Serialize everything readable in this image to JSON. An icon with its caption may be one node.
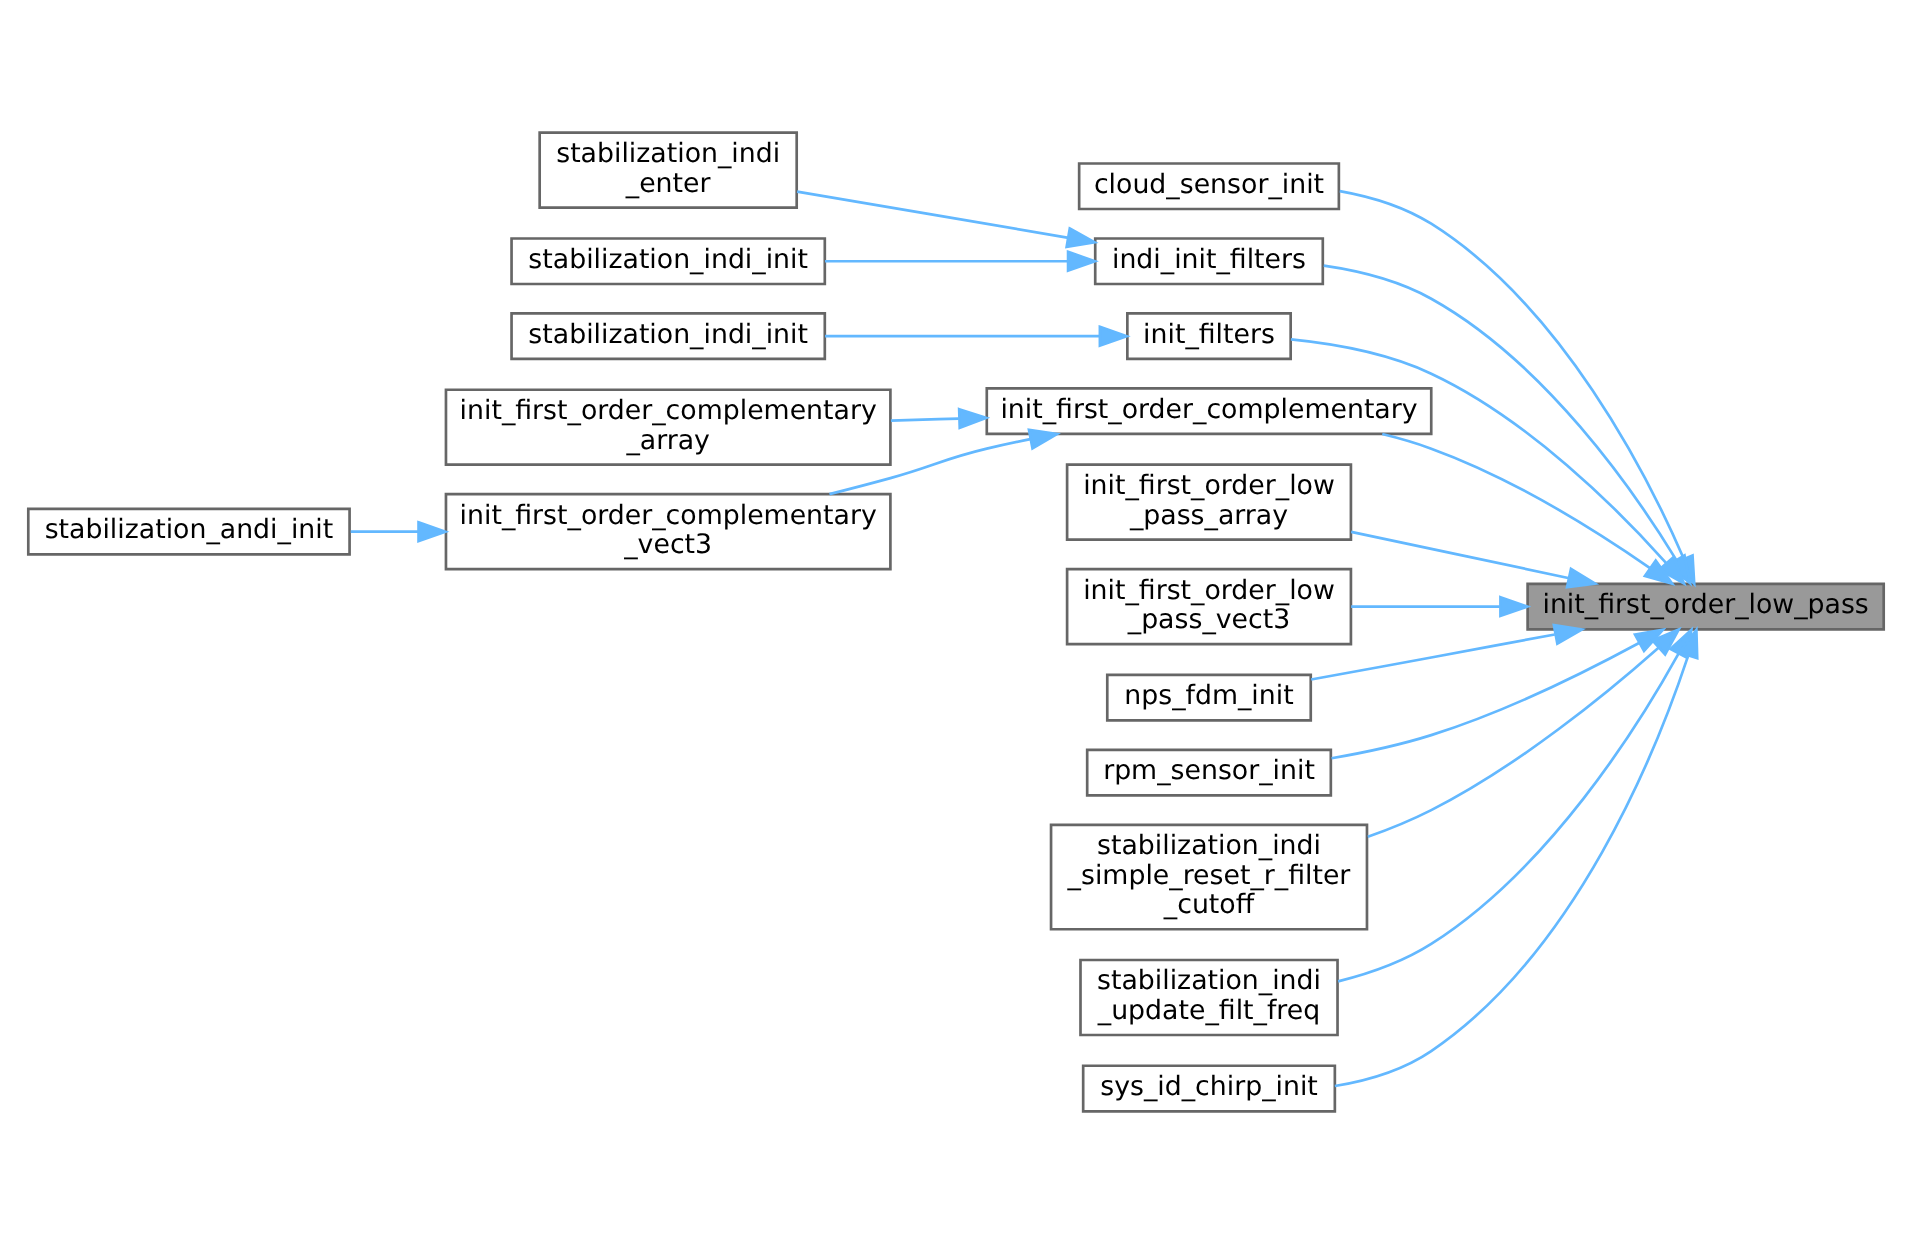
{
  "diagram": {
    "nodes": [
      {
        "text": [
          "init_first_order_low_pass"
        ]
      },
      {
        "text": [
          "cloud_sensor_init"
        ]
      },
      {
        "text": [
          "indi_init_filters"
        ]
      },
      {
        "text": [
          "stabilization_indi _enter"
        ]
      },
      {
        "text": [
          "stabilization_indi_init"
        ]
      },
      {
        "text": [
          "init_filters"
        ]
      },
      {
        "text": [
          "stabilization_indi_init"
        ]
      },
      {
        "text": [
          "init_first_order_complementary"
        ]
      },
      {
        "text": [
          "init_first_order_complementary _array"
        ]
      },
      {
        "text": [
          "init_first_order_complementary _vect3"
        ]
      },
      {
        "text": [
          "stabilization_andi_init"
        ]
      },
      {
        "text": [
          "init_first_order_low _pass_array"
        ]
      },
      {
        "text": [
          "init_first_order_low _pass_vect3"
        ]
      },
      {
        "text": [
          "nps_fdm_init"
        ]
      },
      {
        "text": [
          "rpm_sensor_init"
        ]
      },
      {
        "text": [
          "stabilization_indi _simple_reset_r_filter _cutoff"
        ]
      },
      {
        "text": [
          "stabilization_indi _update_filt_freq"
        ]
      },
      {
        "text": [
          "sys_id_chirp_init"
        ]
      }
    ],
    "edges": [
      {
        "from": 1,
        "to": 0,
        "arrow": "to"
      },
      {
        "from": 2,
        "to": 0,
        "arrow": "to"
      },
      {
        "from": 3,
        "to": 2,
        "arrow": "to"
      },
      {
        "from": 4,
        "to": 2,
        "arrow": "to"
      },
      {
        "from": 5,
        "to": 0,
        "arrow": "to"
      },
      {
        "from": 6,
        "to": 5,
        "arrow": "to"
      },
      {
        "from": 7,
        "to": 0,
        "arrow": "to"
      },
      {
        "from": 8,
        "to": 7,
        "arrow": "to"
      },
      {
        "from": 9,
        "to": 7,
        "arrow": "to"
      },
      {
        "from": 10,
        "to": 9,
        "arrow": "to"
      },
      {
        "from": 11,
        "to": 0,
        "arrow": "to"
      },
      {
        "from": 12,
        "to": 0,
        "arrow": "to"
      },
      {
        "from": 13,
        "to": 0,
        "arrow": "to"
      },
      {
        "from": 14,
        "to": 0,
        "arrow": "to"
      },
      {
        "from": 15,
        "to": 0,
        "arrow": "to"
      },
      {
        "from": 16,
        "to": 0,
        "arrow": "to"
      },
      {
        "from": 17,
        "to": 0,
        "arrow": "to"
      }
    ]
  }
}
